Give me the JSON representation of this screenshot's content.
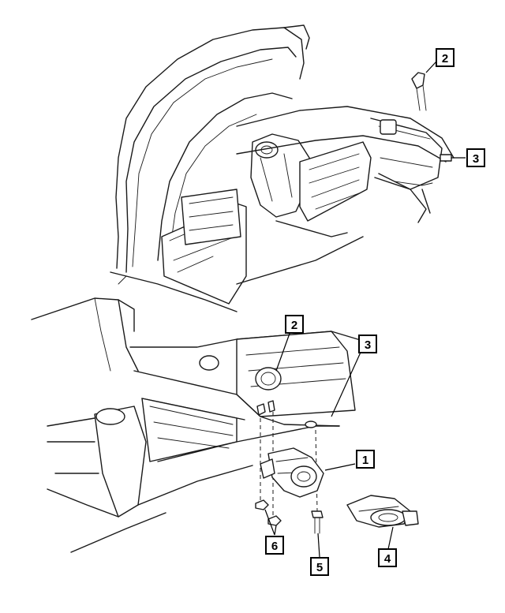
{
  "callouts": [
    {
      "id": "callout-2-top",
      "label": "2"
    },
    {
      "id": "callout-3-top",
      "label": "3"
    },
    {
      "id": "callout-2-bottom",
      "label": "2"
    },
    {
      "id": "callout-3-bottom",
      "label": "3"
    },
    {
      "id": "callout-1",
      "label": "1"
    },
    {
      "id": "callout-6",
      "label": "6"
    },
    {
      "id": "callout-5",
      "label": "5"
    },
    {
      "id": "callout-4",
      "label": "4"
    }
  ],
  "colors": {
    "line": "#1a1a1a",
    "background": "#ffffff"
  }
}
